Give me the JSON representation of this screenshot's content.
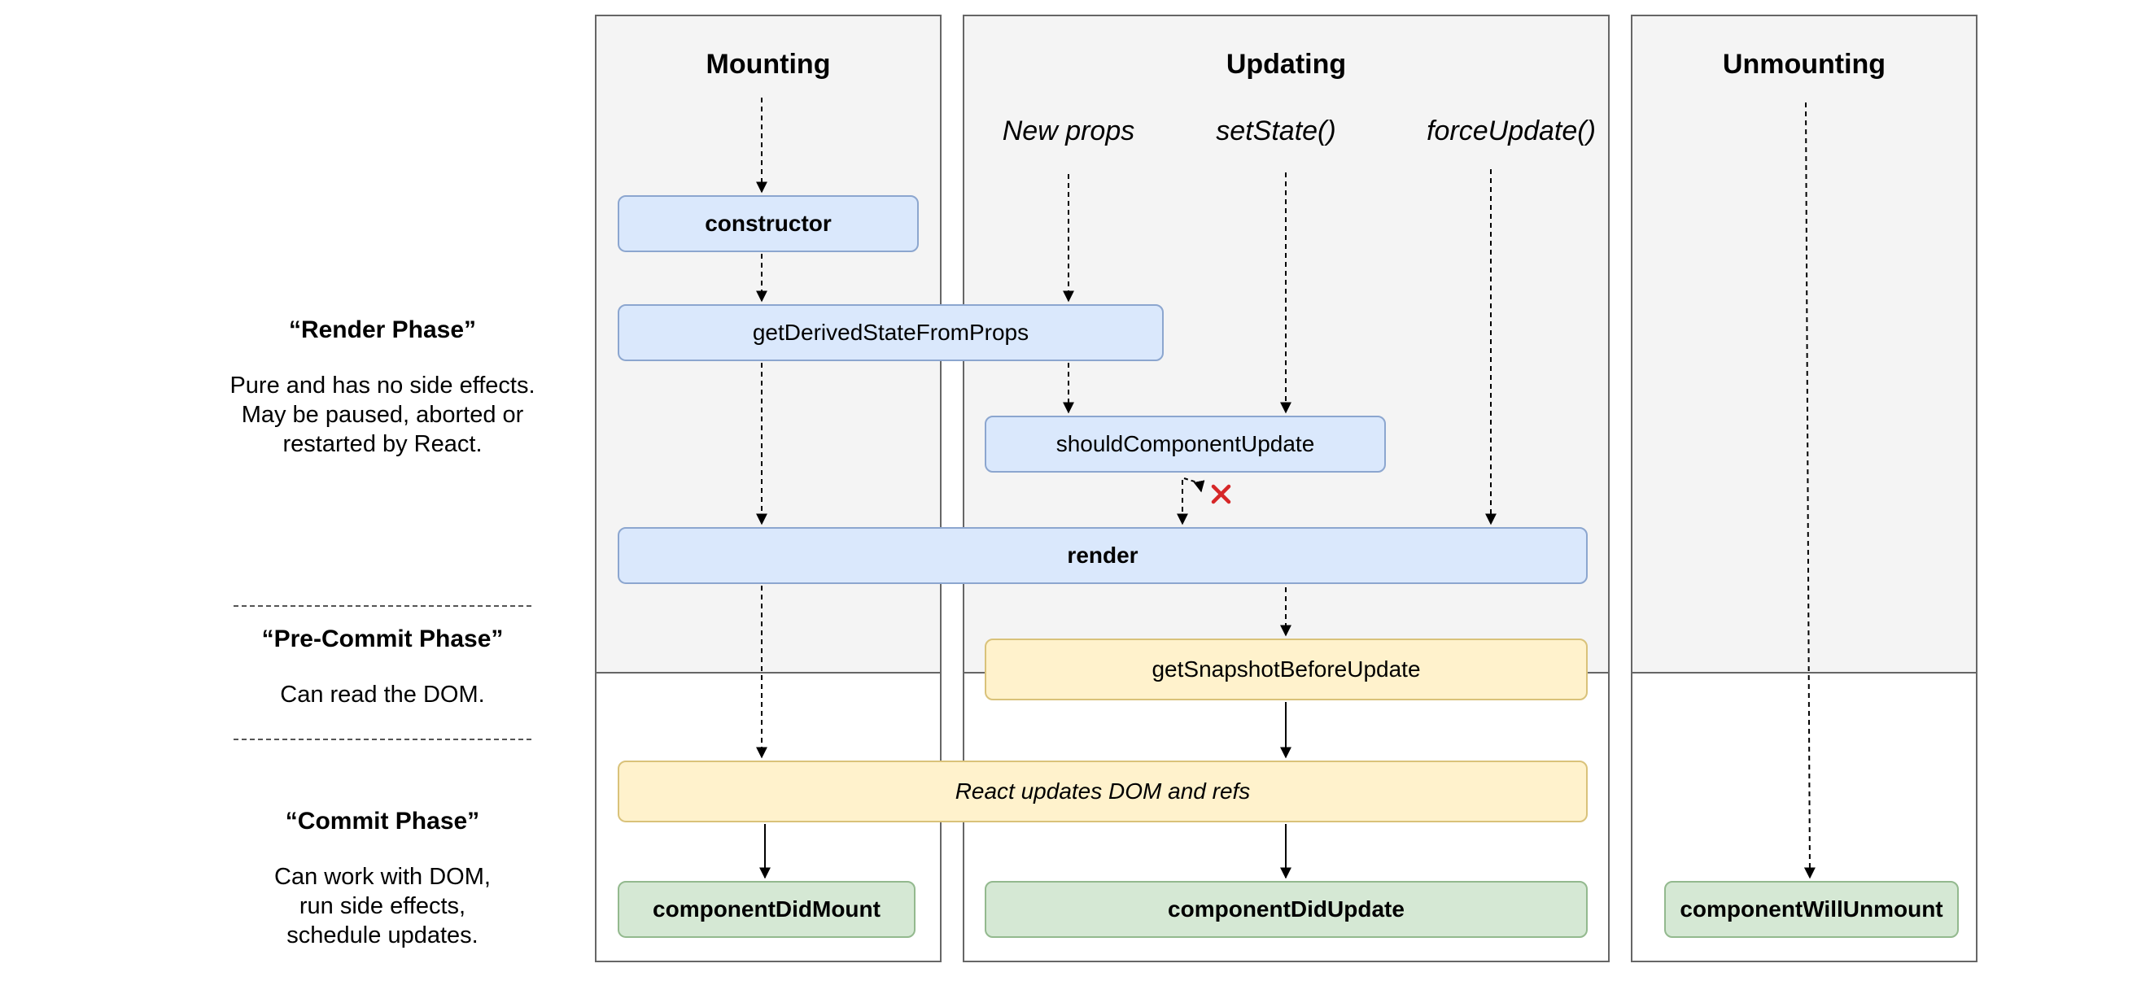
{
  "columns": {
    "mounting": {
      "title": "Mounting"
    },
    "updating": {
      "title": "Updating",
      "triggers": {
        "new_props": "New props",
        "set_state": "setState()",
        "force_update": "forceUpdate()"
      }
    },
    "unmounting": {
      "title": "Unmounting"
    }
  },
  "phases": {
    "render": {
      "title": "“Render Phase”",
      "description": "Pure and has no side effects.\nMay be paused, aborted or\nrestarted by React."
    },
    "pre_commit": {
      "title": "“Pre-Commit Phase”",
      "description": "Can read the DOM."
    },
    "commit": {
      "title": "“Commit Phase”",
      "description": "Can work with DOM,\nrun side effects,\nschedule updates."
    }
  },
  "nodes": {
    "constructor": "constructor",
    "get_derived_state_from_props": "getDerivedStateFromProps",
    "should_component_update": "shouldComponentUpdate",
    "render": "render",
    "get_snapshot_before_update": "getSnapshotBeforeUpdate",
    "react_updates_dom": "React updates DOM and refs",
    "component_did_mount": "componentDidMount",
    "component_did_update": "componentDidUpdate",
    "component_will_unmount": "componentWillUnmount"
  },
  "colors": {
    "render_phase_box": "#dae8fc",
    "pre_commit_box": "#fff2cc",
    "commit_box": "#d5e8d4",
    "cancel_mark": "#d62728"
  },
  "icons": {
    "cancel": "cross-mark-icon"
  }
}
